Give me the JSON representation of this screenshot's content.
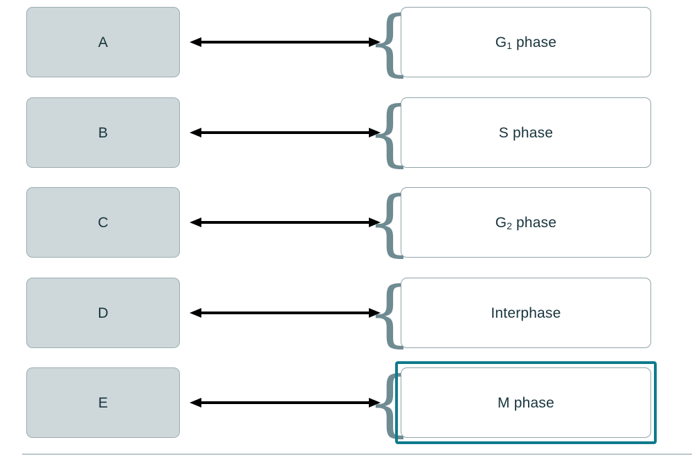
{
  "exercise": {
    "type": "matching",
    "colors": {
      "slot_fill": "#ced8da",
      "slot_border": "#9aacb0",
      "term_border": "#8fa3a8",
      "text": "#17333c",
      "brace": "#6f8b92",
      "selection": "#0f7b8c",
      "arrow": "#000000",
      "divider": "#7f969c"
    },
    "brace_glyph": "{",
    "rows": [
      {
        "slot_label": "A",
        "term_label": "G1 phase",
        "term_base": "G",
        "term_sub": "1",
        "term_rest": " phase",
        "selected": false
      },
      {
        "slot_label": "B",
        "term_label": "S phase",
        "term_base": "S phase",
        "term_sub": "",
        "term_rest": "",
        "selected": false
      },
      {
        "slot_label": "C",
        "term_label": "G2 phase",
        "term_base": "G",
        "term_sub": "2",
        "term_rest": " phase",
        "selected": false
      },
      {
        "slot_label": "D",
        "term_label": "Interphase",
        "term_base": "Interphase",
        "term_sub": "",
        "term_rest": "",
        "selected": false
      },
      {
        "slot_label": "E",
        "term_label": "M phase",
        "term_base": "M phase",
        "term_sub": "",
        "term_rest": "",
        "selected": true
      }
    ]
  }
}
